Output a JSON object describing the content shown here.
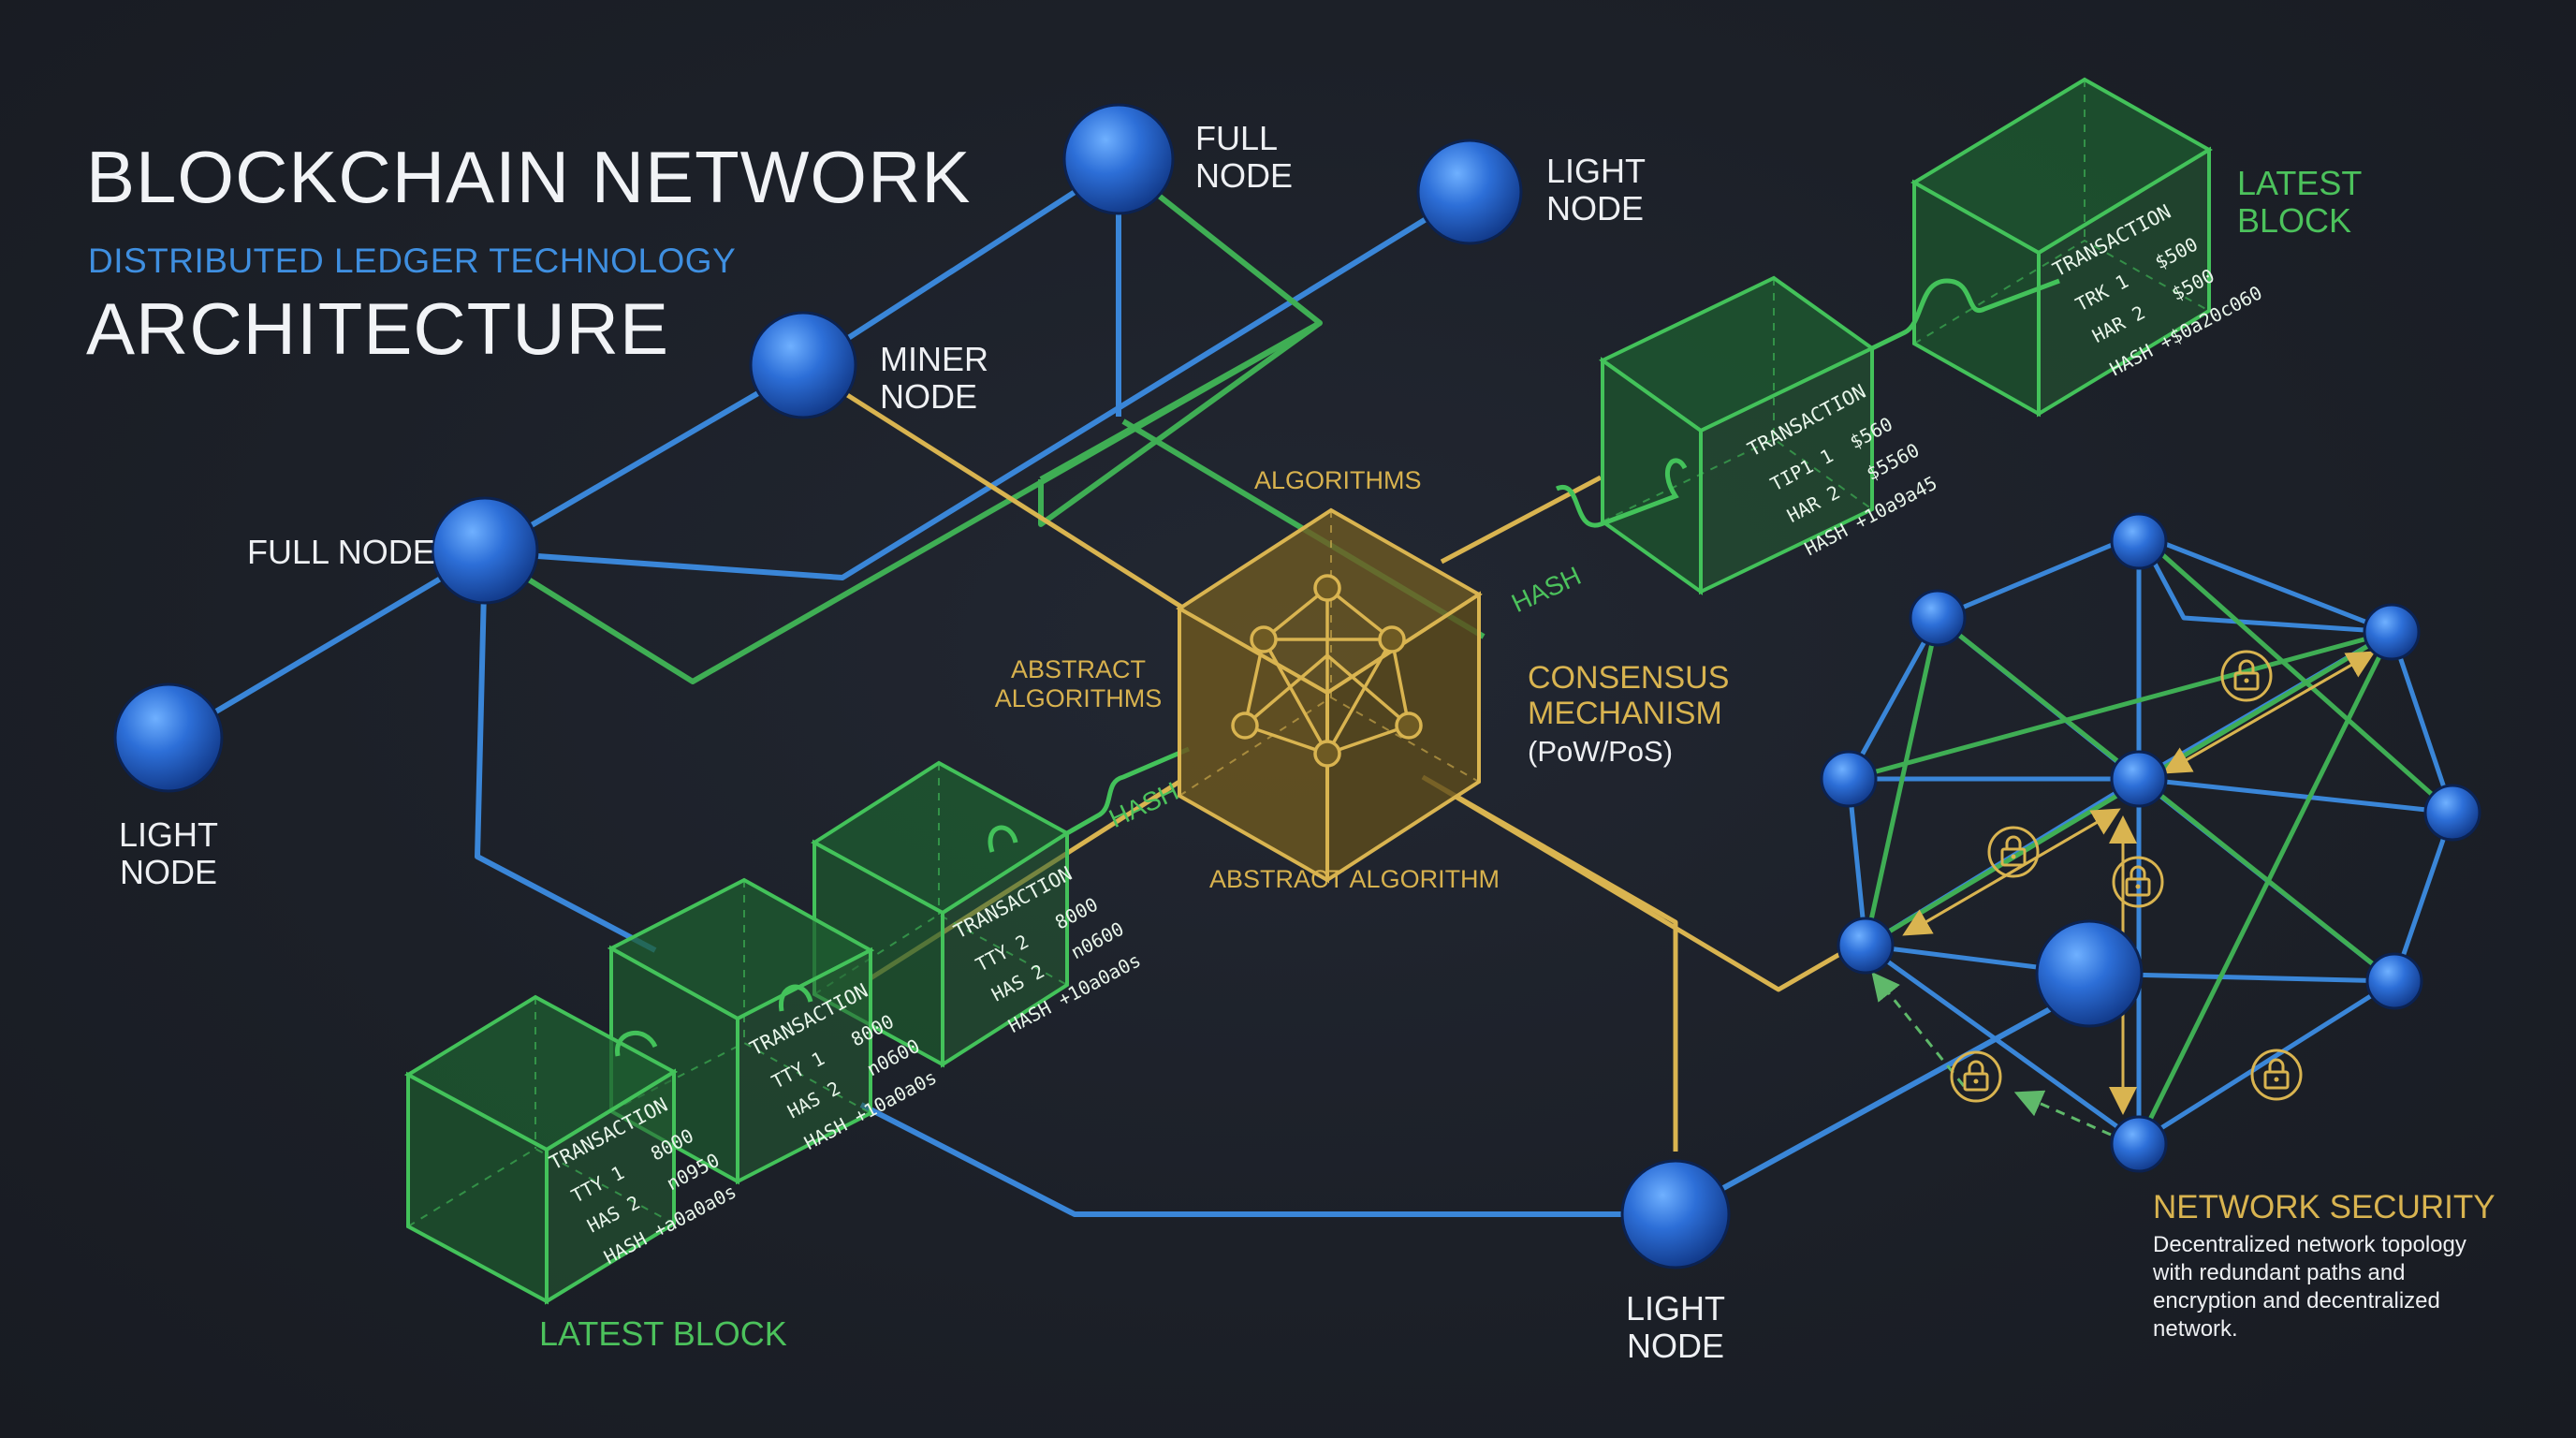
{
  "header": {
    "title_line1": "BLOCKCHAIN NETWORK",
    "title_line2": "ARCHITECTURE",
    "subtitle": "DISTRIBUTED LEDGER TECHNOLOGY"
  },
  "nodes": {
    "full_node_top": "FULL\nNODE",
    "light_node_top": "LIGHT\nNODE",
    "miner_node": "MINER\nNODE",
    "full_node_left": "FULL NODE",
    "light_node_left": "LIGHT\nNODE",
    "light_node_bottom": "LIGHT\nNODE"
  },
  "consensus": {
    "algorithms_label": "ALGORITHMS",
    "abstract_algorithms_label": "ABSTRACT\nALGORITHMS",
    "abstract_algorithm_label": "ABSTRACT ALGORITHM",
    "title": "CONSENSUS\nMECHANISM",
    "subtitle": "(PoW/PoS)"
  },
  "hash_labels": {
    "upper": "HASH",
    "lower": "HASH"
  },
  "blocks": {
    "latest_block_top_label": "LATEST\nBLOCK",
    "latest_block_bottom_label": "LATEST BLOCK",
    "items": [
      {
        "heading": "TRANSACTION",
        "row1": "TRK 1",
        "val1": "$500",
        "row2": "HAR 2",
        "val2": "$500",
        "hash": "HASH +$0a20c060"
      },
      {
        "heading": "TRANSACTION",
        "row1": "TIP1 1",
        "val1": "$560",
        "row2": "HAR 2",
        "val2": "$5560",
        "hash": "HASH +10a9a45"
      },
      {
        "heading": "TRANSACTION",
        "row1": "TTY 2",
        "val1": "8000",
        "row2": "HAS 2",
        "val2": "n0600",
        "hash": "HASH +10a0a0s"
      },
      {
        "heading": "TRANSACTION",
        "row1": "TTY 1",
        "val1": "8000",
        "row2": "HAS 2",
        "val2": "n0600",
        "hash": "HASH +10a0a0s"
      },
      {
        "heading": "TRANSACTION",
        "row1": "TTY 1",
        "val1": "8000",
        "row2": "HAS 2",
        "val2": "n0950",
        "hash": "HASH +a0a0a0s"
      }
    ]
  },
  "security": {
    "title": "NETWORK SECURITY",
    "description": "Decentralized network topology with redundant paths and encryption and decentralized network."
  },
  "colors": {
    "background": "#1b1f27",
    "node_blue": "#2f6fd6",
    "link_blue": "#3a86d8",
    "link_green": "#3fae54",
    "block_green": "#43c25a",
    "consensus_gold": "#d9b450",
    "title_white": "#f1f3f6"
  },
  "icons": [
    "lock-icon",
    "consensus-graph-icon"
  ]
}
